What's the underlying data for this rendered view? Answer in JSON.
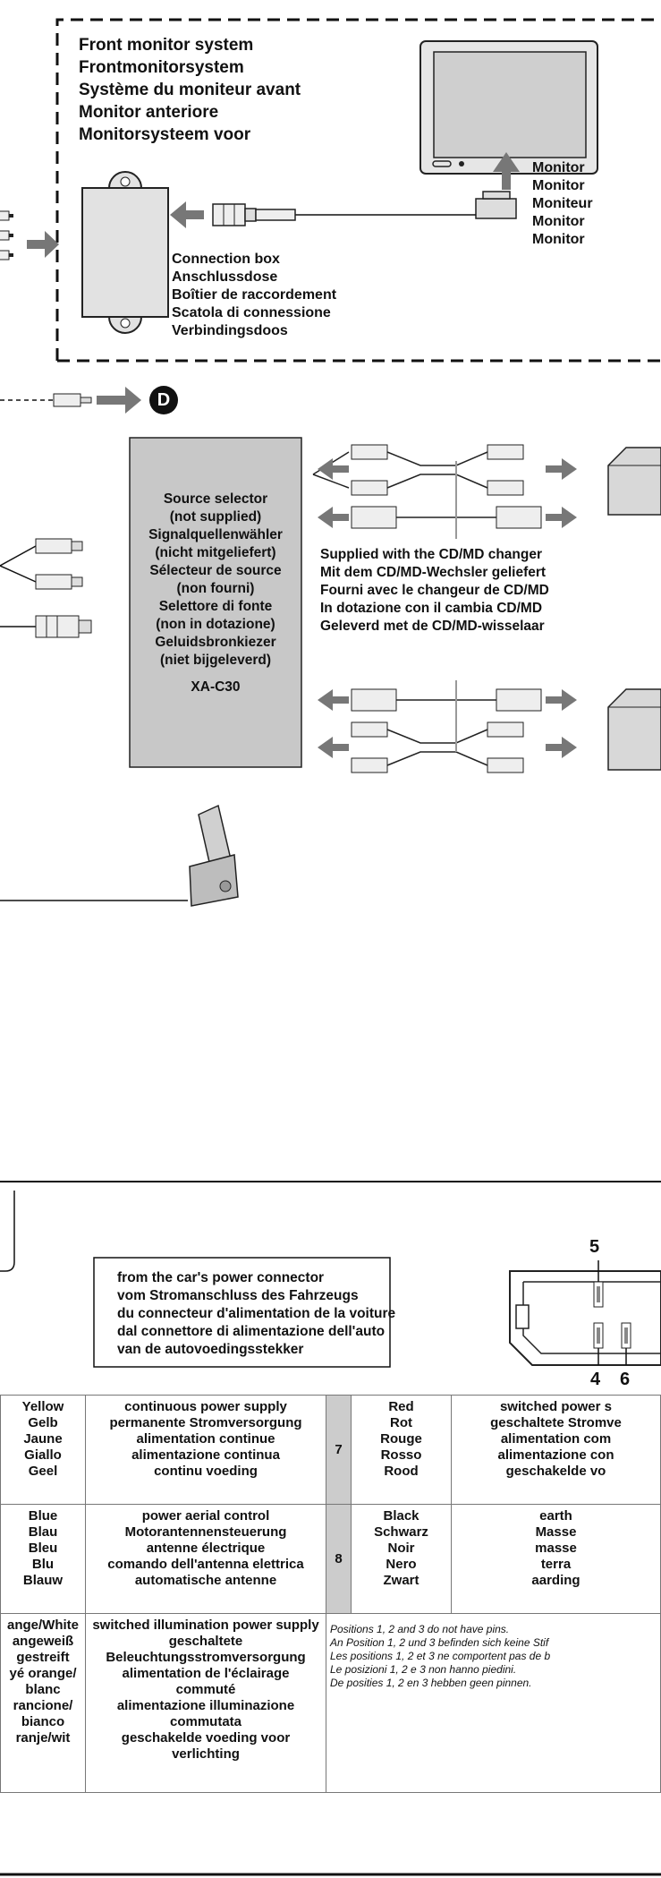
{
  "front_monitor": {
    "heading_lines": [
      "Front monitor system",
      "Frontmonitorsystem",
      "Système du moniteur avant",
      "Monitor anteriore",
      "Monitorsysteem voor"
    ],
    "monitor_lines": [
      "Monitor",
      "Monitor",
      "Moniteur",
      "Monitor",
      "Monitor"
    ],
    "connection_box_lines": [
      "Connection box",
      "Anschlussdose",
      "Boîtier de raccordement",
      "Scatola di connessione",
      "Verbindingsdoos"
    ]
  },
  "marker_d": "D",
  "source_selector": {
    "lines": [
      "Source selector",
      "(not supplied)",
      "Signalquellenwähler",
      "(nicht mitgeliefert)",
      "Sélecteur de source",
      "(non fourni)",
      "Selettore di fonte",
      "(non in dotazione)",
      "Geluidsbronkiezer",
      "(niet bijgeleverd)"
    ],
    "model": "XA-C30"
  },
  "cd_md_supplied": {
    "lines": [
      "Supplied with the CD/MD changer",
      "Mit dem CD/MD-Wechsler geliefert",
      "Fourni avec le changeur de CD/MD",
      "In dotazione con il cambia CD/MD",
      "Geleverd met de CD/MD-wisselaar"
    ]
  },
  "power_connector": {
    "lines": [
      "from the car's power connector",
      "vom Stromanschluss des Fahrzeugs",
      "du connecteur d'alimentation de la voiture",
      "dal connettore di alimentazione dell'auto",
      "van de autovoedingsstekker"
    ],
    "pin_labels": {
      "top": "5",
      "left": "4",
      "right": "6"
    }
  },
  "wires": [
    {
      "colors": [
        "Yellow",
        "Gelb",
        "Jaune",
        "Giallo",
        "Geel"
      ],
      "function": [
        "continuous power supply",
        "permanente Stromversorgung",
        "alimentation continue",
        "alimentazione continua",
        "continu voeding"
      ]
    },
    {
      "pin": "7",
      "colors": [
        "Red",
        "Rot",
        "Rouge",
        "Rosso",
        "Rood"
      ],
      "function": [
        "switched power s",
        "geschaltete Stromve",
        "alimentation com",
        "alimentazione con",
        "geschakelde vo"
      ]
    },
    {
      "colors": [
        "Blue",
        "Blau",
        "Bleu",
        "Blu",
        "Blauw"
      ],
      "function": [
        "power aerial control",
        "Motorantennensteuerung",
        "antenne électrique",
        "comando dell'antenna elettrica",
        "automatische antenne"
      ]
    },
    {
      "pin": "8",
      "colors": [
        "Black",
        "Schwarz",
        "Noir",
        "Nero",
        "Zwart"
      ],
      "function": [
        "earth",
        "Masse",
        "masse",
        "terra",
        "aarding"
      ]
    },
    {
      "colors": [
        "ange/White",
        "angeweiß",
        "gestreift",
        "yé orange/",
        "blanc",
        "rancione/",
        "bianco",
        "ranje/wit"
      ],
      "function": [
        "switched illumination power supply",
        "geschaltete",
        "Beleuchtungsstromversorgung",
        "alimentation de l'éclairage",
        "commuté",
        "alimentazione illuminazione",
        "commutata",
        "geschakelde voeding voor",
        "verlichting"
      ]
    }
  ],
  "pins_note": [
    "Positions 1, 2 and 3 do not have pins.",
    "An Position 1, 2 und 3 befinden sich keine Stif",
    "Les positions 1, 2 et 3 ne comportent pas de b",
    "Le posizioni 1, 2 e 3 non hanno piedini.",
    "De posities 1, 2 en 3 hebben geen pinnen."
  ]
}
